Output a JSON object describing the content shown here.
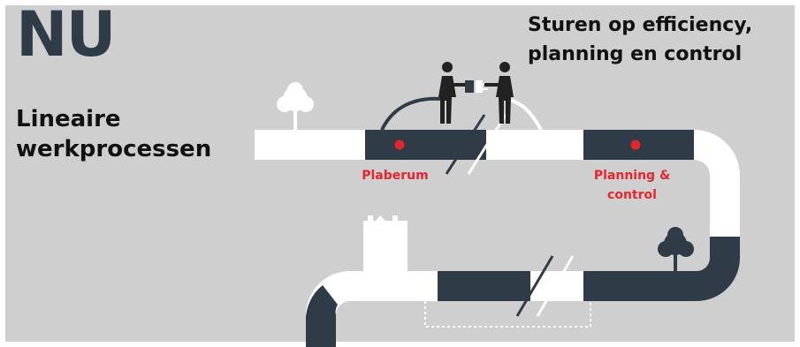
{
  "title": "NU",
  "subtitle": [
    "Lineaire",
    "werkprocessen"
  ],
  "top_right": [
    "Sturen op efficiency,",
    "planning en control"
  ],
  "labels": {
    "plaberum": "Plaberum",
    "planning_control": [
      "Planning &",
      "control"
    ]
  },
  "colors": {
    "background": "#cfcfcf",
    "dark": "#2f3b47",
    "pipe_light": "#ffffff",
    "accent": "#e5262d"
  },
  "icons": [
    "tree-icon",
    "person-icon",
    "plug-icon",
    "factory-icon"
  ]
}
